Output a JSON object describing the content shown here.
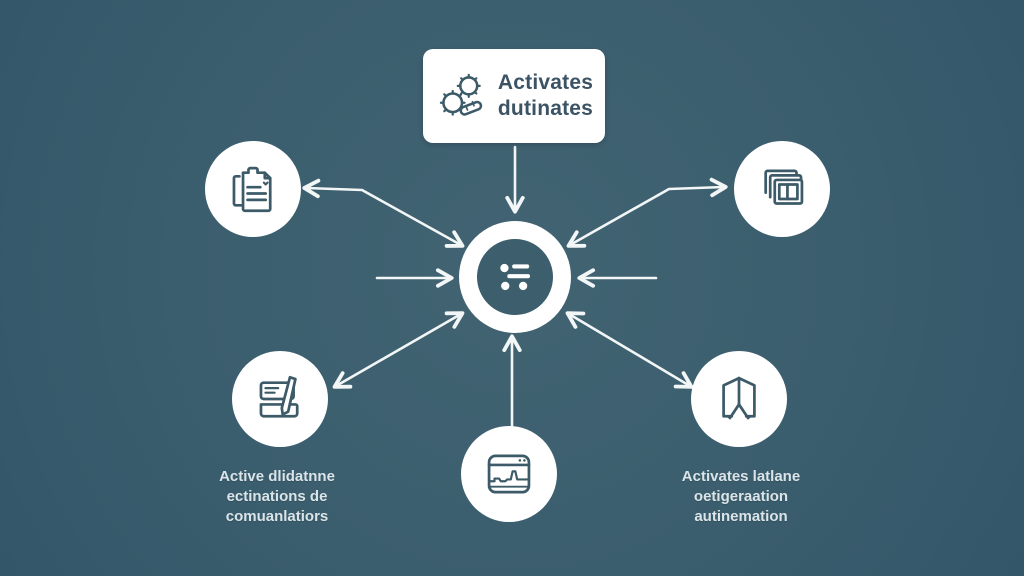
{
  "title": {
    "lines": [
      "Activates",
      "dutinates"
    ],
    "icon": "gears-icon"
  },
  "center_node": {
    "icon": "list-icon"
  },
  "satellite_nodes": [
    {
      "position": "top-left",
      "icon": "clipboard-icon"
    },
    {
      "position": "top-right",
      "icon": "stacked-cards-icon"
    },
    {
      "position": "bottom-left",
      "icon": "card-pen-icon"
    },
    {
      "position": "bottom-center",
      "icon": "activity-monitor-icon"
    },
    {
      "position": "bottom-right",
      "icon": "open-book-icon"
    }
  ],
  "labels": {
    "bottom_left": {
      "lines": [
        "Active dlidatnne",
        "ectinations de",
        "comuanlatiors"
      ]
    },
    "bottom_right": {
      "lines": [
        "Activates latlane",
        "oetigeraation",
        "autinemation"
      ]
    }
  },
  "colors": {
    "background": "#3b5e6e",
    "node_fill": "#ffffff",
    "icon_stroke": "#3d5a69",
    "arrow": "#f2f6f7",
    "title_text": "#3b5364",
    "caption_text": "#dbe5e9"
  }
}
